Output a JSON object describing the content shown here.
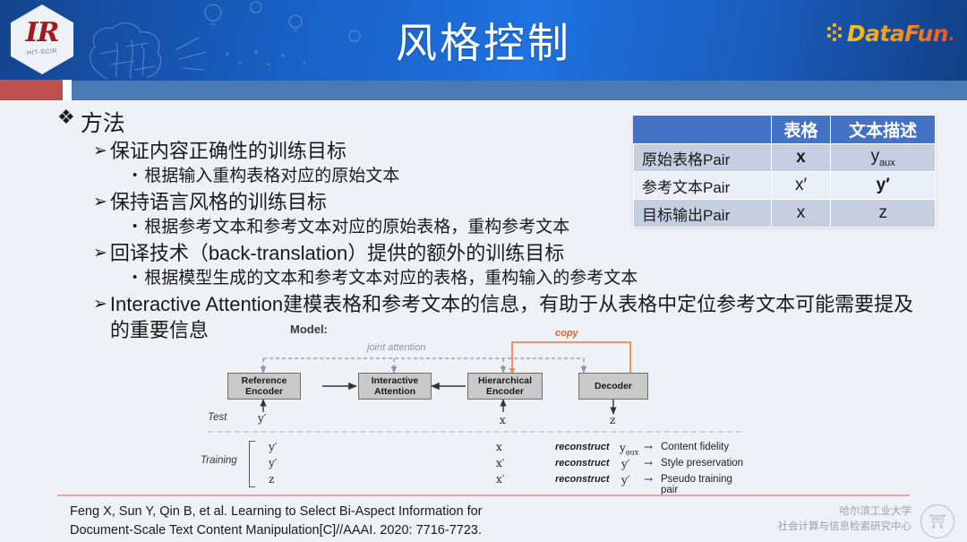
{
  "header": {
    "title": "风格控制",
    "hit_logo": {
      "mark": "IR",
      "sub": "HIT-SCIR"
    },
    "datafun_logo": {
      "text": "DataFun",
      "dot": "."
    }
  },
  "content": {
    "section_marker": "❖",
    "section_title": "方法",
    "bullet_marker_2": "➢",
    "bullet_marker_3": "•",
    "bullets": [
      {
        "level": 2,
        "text": "保证内容正确性的训练目标"
      },
      {
        "level": 3,
        "text": "根据输入重构表格对应的原始文本"
      },
      {
        "level": 2,
        "text": "保持语言风格的训练目标"
      },
      {
        "level": 3,
        "text": "根据参考文本和参考文本对应的原始表格，重构参考文本"
      },
      {
        "level": 2,
        "text": "回译技术（back-translation）提供的额外的训练目标"
      },
      {
        "level": 3,
        "text": "根据模型生成的文本和参考文本对应的表格，重构输入的参考文本"
      },
      {
        "level": 2,
        "text": "Interactive Attention建模表格和参考文本的信息，有助于从表格中定位参考文本可能需要提及的重要信息"
      }
    ]
  },
  "table": {
    "columns": [
      "",
      "表格",
      "文本描述"
    ],
    "rows": [
      {
        "label": "原始表格Pair",
        "table_val": "x",
        "table_color": "red",
        "text_val": "y",
        "text_sub": "aux",
        "text_color": "black"
      },
      {
        "label": "参考文本Pair",
        "table_val": "x′",
        "table_color": "black",
        "text_val": "y′",
        "text_sub": "",
        "text_color": "red"
      },
      {
        "label": "目标输出Pair",
        "table_val": "x",
        "table_color": "black",
        "text_val": "z",
        "text_sub": "",
        "text_color": "blue"
      }
    ],
    "header_bg": "#4472C4",
    "red": "#e8242a",
    "blue": "#4a7fd0"
  },
  "diagram": {
    "title": "Model:",
    "boxes": [
      {
        "line1": "Reference",
        "line2": "Encoder"
      },
      {
        "line1": "Interactive",
        "line2": "Attention"
      },
      {
        "line1": "Hierarchical",
        "line2": "Encoder"
      },
      {
        "line1": "Decoder",
        "line2": ""
      }
    ],
    "joint_attention_label": "joint  attention",
    "copy_label": "copy",
    "test_label": "Test",
    "test_inputs": {
      "reference": "y′",
      "table": "x",
      "output": "z"
    },
    "training_label": "Training",
    "training_rows": [
      {
        "ref": "y′",
        "tbl": "x",
        "verb": "reconstruct",
        "target": "y",
        "target_sub": "aux",
        "result": "Content fidelity"
      },
      {
        "ref": "y′",
        "tbl": "x′",
        "verb": "reconstruct",
        "target": "y′",
        "target_sub": "",
        "result": "Style preservation"
      },
      {
        "ref": "z",
        "tbl": "x′",
        "verb": "reconstruct",
        "target": "y′",
        "target_sub": "",
        "result": "Pseudo training pair"
      }
    ],
    "copy_color": "#e8602a",
    "joint_color": "#8a96ad"
  },
  "footer": {
    "citation_line1": "Feng X, Sun Y, Qin B, et al. Learning to Select Bi-Aspect Information for",
    "citation_line2": "Document-Scale Text Content Manipulation[C]//AAAI. 2020: 7716-7723.",
    "university_line1": "哈尔滨工业大学",
    "university_line2": "社会计算与信息检索研究中心"
  }
}
